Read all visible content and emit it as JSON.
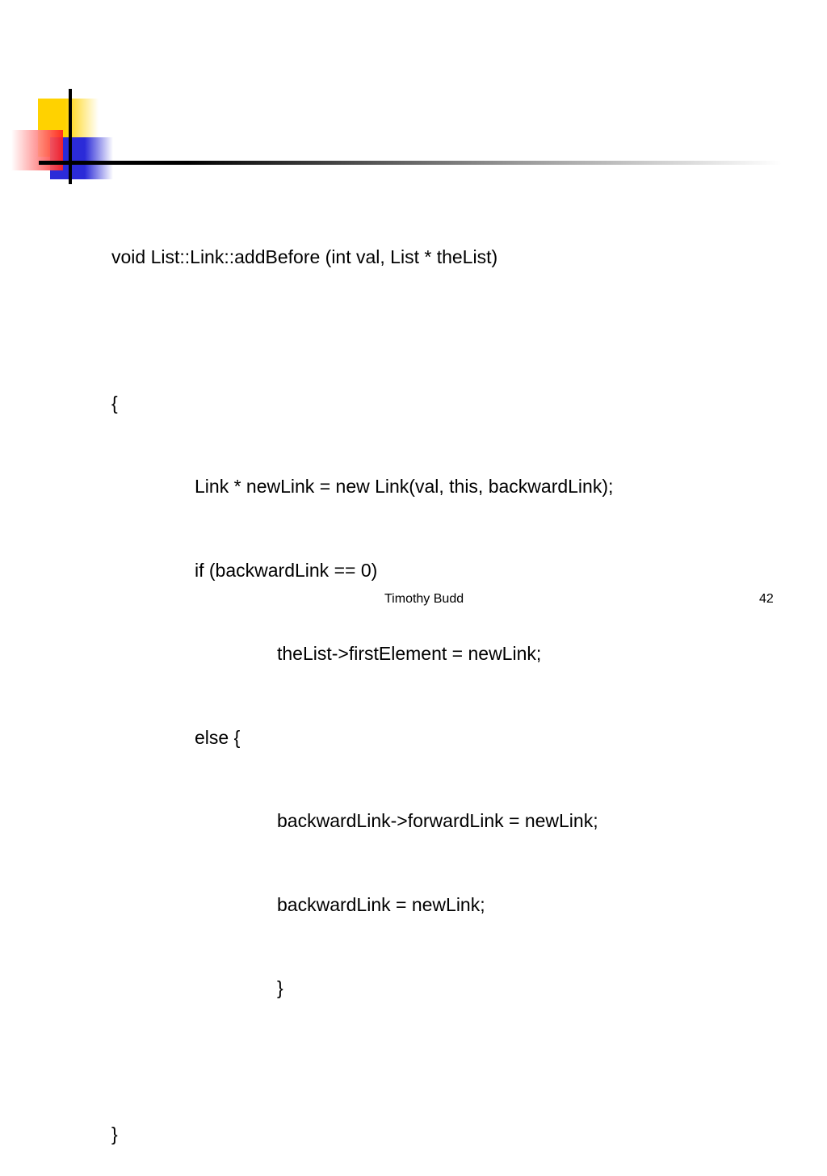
{
  "slide": {
    "code_lines": [
      "void List::Link::addBefore (int val, List * theList)",
      "{",
      "Link * newLink = new Link(val, this, backwardLink);",
      "if (backwardLink == 0)",
      "theList->firstElement = newLink;",
      "else {",
      "backwardLink->forwardLink = newLink;",
      "backwardLink = newLink;",
      "}",
      "}"
    ],
    "footer": {
      "author": "Timothy Budd",
      "page_number": "42"
    }
  },
  "colors": {
    "yellow": "#ffd200",
    "blue": "#2b2bd8",
    "red": "#ff2020",
    "rule": "#000000"
  }
}
